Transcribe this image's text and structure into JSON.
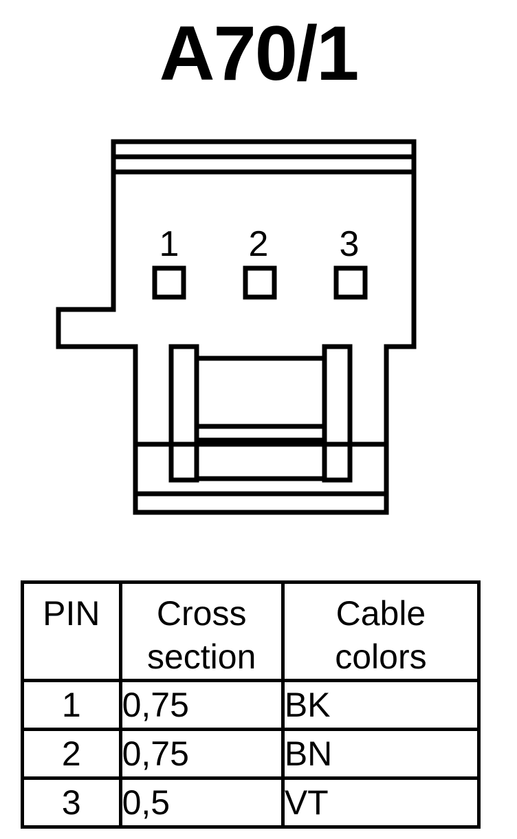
{
  "title": "A70/1",
  "connector": {
    "pin_labels": [
      "1",
      "2",
      "3"
    ]
  },
  "table": {
    "headers": {
      "pin": "PIN",
      "cross_section": [
        "Cross",
        "section"
      ],
      "cable_colors": [
        "Cable",
        "colors"
      ]
    },
    "rows": [
      {
        "pin": "1",
        "cross_section": "0,75",
        "color": "BK"
      },
      {
        "pin": "2",
        "cross_section": "0,75",
        "color": "BN"
      },
      {
        "pin": "3",
        "cross_section": "0,5",
        "color": "VT"
      }
    ]
  }
}
